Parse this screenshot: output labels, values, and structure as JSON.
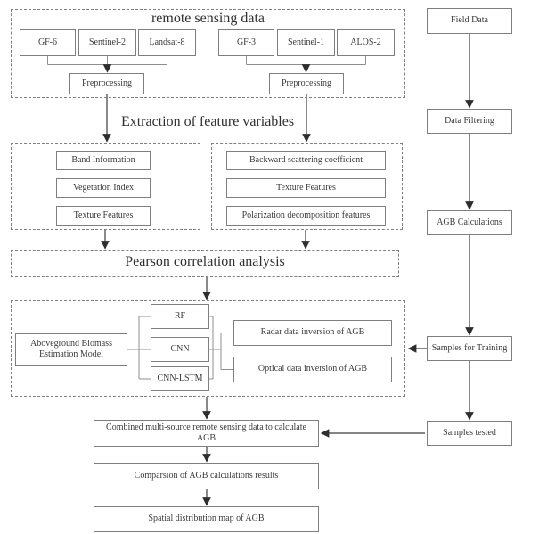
{
  "diagram": {
    "remote_sensing": {
      "title": "remote sensing data",
      "optical_sensors": [
        "GF-6",
        "Sentinel-2",
        "Landsat-8"
      ],
      "radar_sensors": [
        "GF-3",
        "Sentinel-1",
        "ALOS-2"
      ],
      "preprocessing_left": "Preprocessing",
      "preprocessing_right": "Preprocessing"
    },
    "extraction": {
      "title": "Extraction of feature variables",
      "optical_features": [
        "Band Information",
        "Vegetation Index",
        "Texture Features"
      ],
      "radar_features": [
        "Backward scattering coefficient",
        "Texture Features",
        "Polarization decomposition features"
      ]
    },
    "pearson": {
      "title": "Pearson correlation analysis"
    },
    "model": {
      "main_line1": "Aboveground Biomass",
      "main_line2": "Estimation Model",
      "algorithms": [
        "RF",
        "CNN",
        "CNN-LSTM"
      ],
      "inversions": [
        "Radar data inversion of AGB",
        "Optical data inversion of AGB"
      ]
    },
    "outputs": [
      "Combined multi-source remote sensing data to calculate AGB",
      "Comparsion of AGB calculations results",
      "Spatial distribution map of AGB"
    ],
    "field_column": [
      "Field Data",
      "Data Filtering",
      "AGB Calculations",
      "Samples for Training",
      "Samples tested"
    ],
    "colors": {
      "line": "#8f8f8f",
      "arrow": "#3c3c3c",
      "border": "#7f7f7f",
      "text": "#3a3a3a"
    }
  }
}
